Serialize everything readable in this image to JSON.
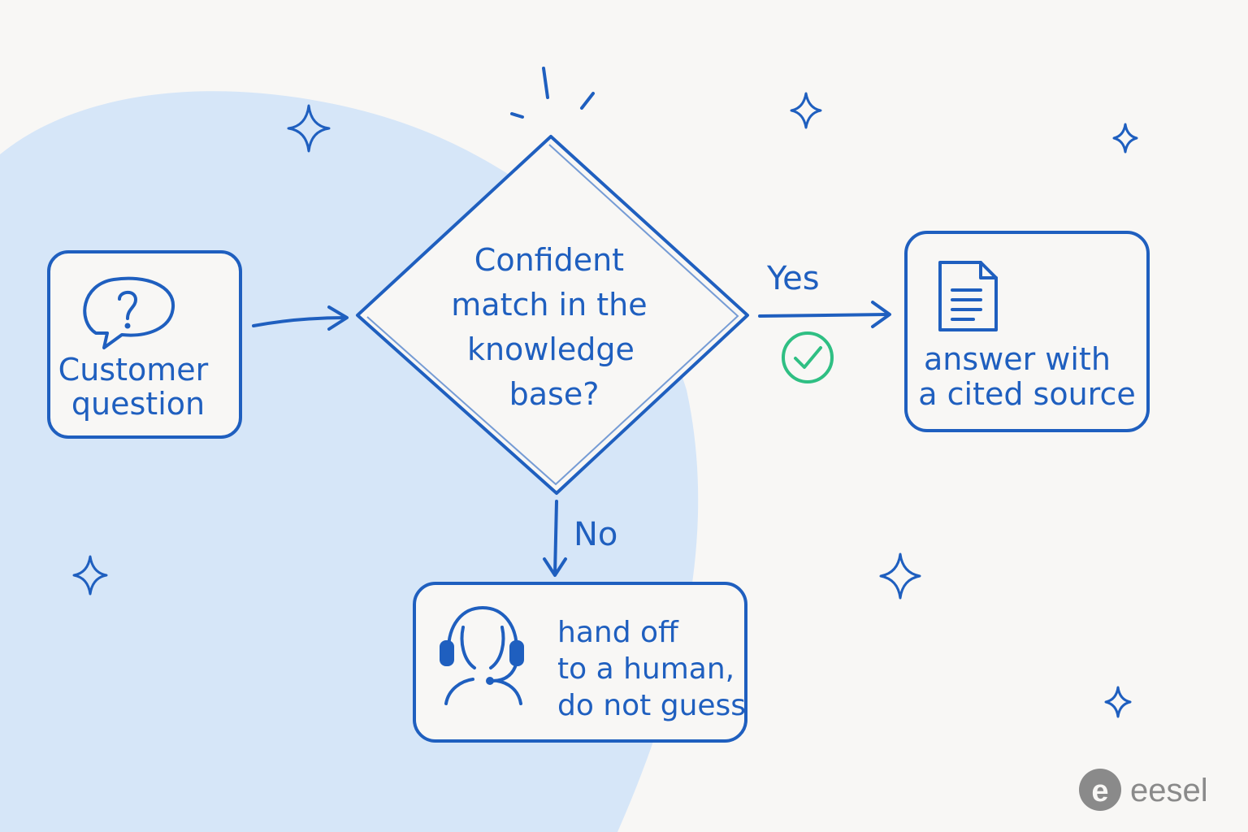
{
  "nodes": {
    "start": {
      "lines": [
        "Customer",
        "question"
      ],
      "icon": "question-bubble-icon"
    },
    "decision": {
      "lines": [
        "Confident",
        "match in the",
        "knowledge",
        "base?"
      ]
    },
    "yes_result": {
      "lines": [
        "answer with",
        "a cited source"
      ],
      "icon": "document-icon"
    },
    "no_result": {
      "lines": [
        "hand off",
        "to a human,",
        "do not guess"
      ],
      "icon": "support-agent-headset-icon"
    }
  },
  "edges": {
    "yes_label": "Yes",
    "no_label": "No",
    "yes_icon": "check-circle-icon"
  },
  "brand": {
    "name": "eesel",
    "logo_letter": "e"
  },
  "colors": {
    "ink": "#1f5fbf",
    "blob": "#d6e6f8",
    "background": "#f8f7f5",
    "check": "#2fbf83",
    "brand_gray": "#8a8a8a"
  }
}
